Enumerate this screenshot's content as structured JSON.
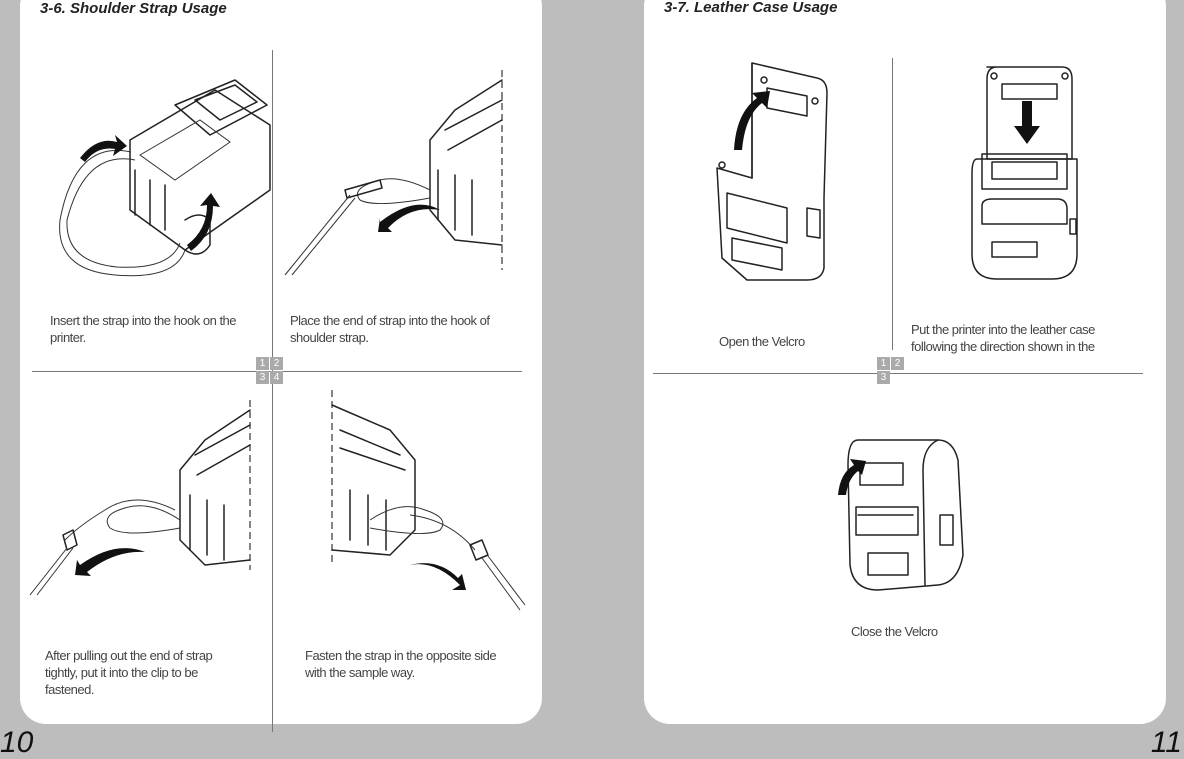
{
  "left_page": {
    "section_title": "3-6. Shoulder Strap Usage",
    "page_number": "10",
    "steps": [
      {
        "caption": "Insert the strap into the hook on the printer."
      },
      {
        "caption": "Place the end of strap into the hook of shoulder strap."
      },
      {
        "caption": "After pulling out the end of strap tightly, put it into the clip to be fastened."
      },
      {
        "caption": "Fasten the strap in the opposite side with the sample way."
      }
    ],
    "grid_badge": [
      "1",
      "2",
      "3",
      "4"
    ]
  },
  "right_page": {
    "section_title": "3-7. Leather Case Usage",
    "page_number": "11",
    "steps": [
      {
        "caption": "Open the Velcro"
      },
      {
        "caption": "Put the printer into the leather case following the direction shown in the"
      },
      {
        "caption": "Close the Velcro"
      }
    ],
    "grid_badge": [
      "1",
      "2",
      "3"
    ]
  },
  "colors": {
    "background": "#bdbdbd",
    "page": "#ffffff",
    "badge": "#aaaaaa"
  }
}
